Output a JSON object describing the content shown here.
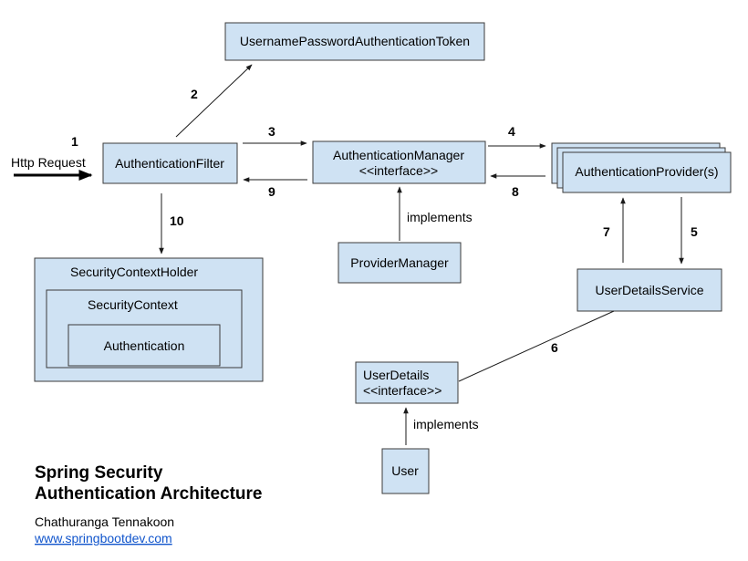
{
  "boxes": {
    "token": "UsernamePasswordAuthenticationToken",
    "filter": "AuthenticationFilter",
    "manager_line1": "AuthenticationManager",
    "manager_line2": "<<interface>>",
    "provider": "AuthenticationProvider(s)",
    "provider_manager": "ProviderManager",
    "user_details_service": "UserDetailsService",
    "user_details_line1": "UserDetails",
    "user_details_line2": "<<interface>>",
    "user": "User",
    "security_context_holder": "SecurityContextHolder",
    "security_context": "SecurityContext",
    "authentication": "Authentication"
  },
  "labels": {
    "http_request": "Http Request",
    "implements_manager": "implements",
    "implements_user": "implements"
  },
  "steps": {
    "s1": "1",
    "s2": "2",
    "s3": "3",
    "s4": "4",
    "s5": "5",
    "s6": "6",
    "s7": "7",
    "s8": "8",
    "s9": "9",
    "s10": "10"
  },
  "footer": {
    "title_line1": "Spring Security",
    "title_line2": "Authentication Architecture",
    "author": "Chathuranga Tennakoon",
    "link": "www.springbootdev.com"
  },
  "colors": {
    "box_fill": "#cfe2f3",
    "link": "#1155cc"
  }
}
